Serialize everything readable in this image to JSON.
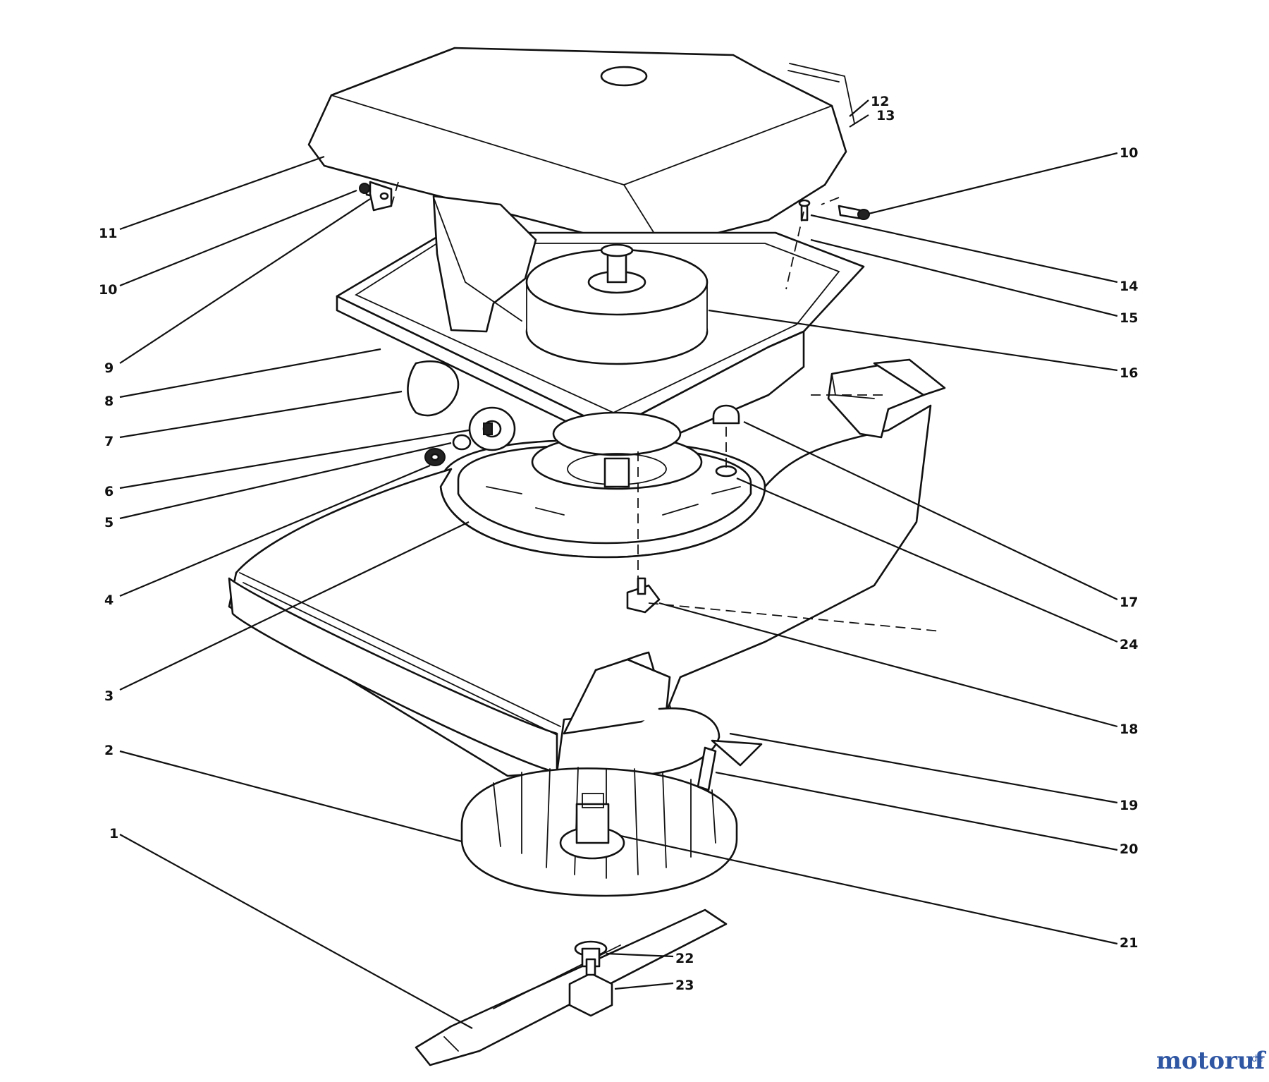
{
  "diagram": {
    "type": "exploded-parts-view",
    "callouts": [
      "1",
      "2",
      "3",
      "4",
      "5",
      "6",
      "7",
      "8",
      "9",
      "10",
      "10",
      "11",
      "12",
      "13",
      "14",
      "15",
      "16",
      "17",
      "18",
      "19",
      "20",
      "21",
      "22",
      "23",
      "24"
    ]
  },
  "watermark": {
    "brand_main": "motoruf",
    "brand_tld": ".de",
    "colors": {
      "main": "#2f56a3",
      "accent": "#e07a1a"
    }
  }
}
